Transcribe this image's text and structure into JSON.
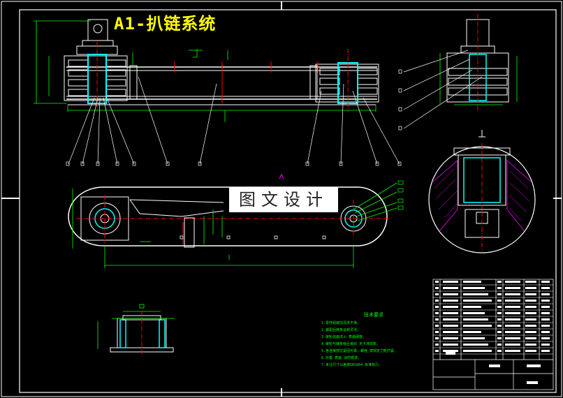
{
  "title": "A1-扒链系统",
  "watermark": "图文设计",
  "notes": {
    "heading": "技术要求",
    "lines": [
      "1.零件组装前清洗干净。",
      "2.装配后链条运转灵活。",
      "3.链轮齿面淬火 表面硬度。",
      "4.链轮与链条啮合良好 无卡滞现象。",
      "5.各连接部位紧固可靠，螺栓 按规定力矩拧紧。",
      "6.外露 表面 涂防锈漆。",
      "7.未注尺寸公差按GB1804 标准执行。"
    ]
  },
  "colors": {
    "background": "#000000",
    "line": "#ffffff",
    "dimension": "#00ff00",
    "center": "#ff0000",
    "highlight": "#00ffff",
    "section": "#ff00ff",
    "title": "#ffff00"
  }
}
